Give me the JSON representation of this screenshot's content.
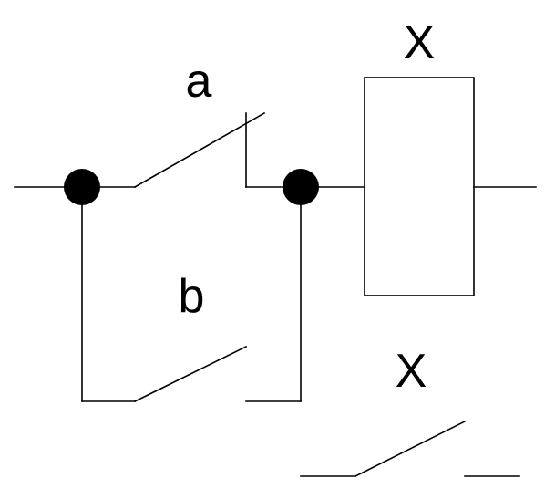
{
  "labels": {
    "contact_a": "a",
    "contact_b": "b",
    "coil": "X",
    "contact_x": "X"
  }
}
